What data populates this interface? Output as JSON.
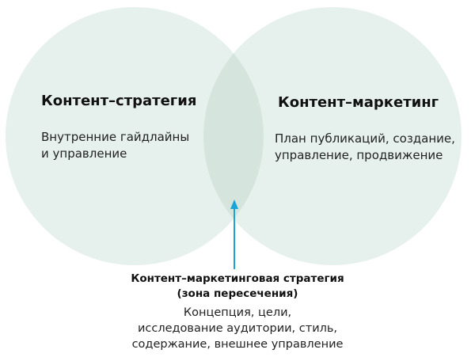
{
  "colors": {
    "circle_fill": "#e6f0ec",
    "overlap_fill": "#d6e4de",
    "pointer_arrow": "#1aa3d6",
    "text": "#1a1a1a"
  },
  "left_circle": {
    "title": "Контент–стратегия",
    "description_lines": [
      "Внутренние гайдлайны",
      "и управление"
    ]
  },
  "right_circle": {
    "title": "Контент–маркетинг",
    "description_lines": [
      "План публикаций, создание,",
      "управление, продвижение"
    ]
  },
  "intersection": {
    "title_lines": [
      "Контент–маркетинговая стратегия",
      "(зона пересечения)"
    ],
    "description_lines": [
      "Концепция, цели,",
      "исследование аудитории, стиль,",
      "содержание, внешнее управление"
    ]
  }
}
